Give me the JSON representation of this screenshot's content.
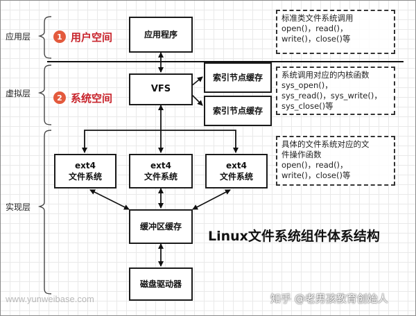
{
  "layers": {
    "app": "应用层",
    "virtual": "虚拟层",
    "impl": "实现层"
  },
  "spaces": [
    {
      "num": "1",
      "label": "用户空间"
    },
    {
      "num": "2",
      "label": "系统空间"
    }
  ],
  "boxes": {
    "app": "应用程序",
    "vfs": "VFS",
    "inode_cache_1": "索引节点缓存",
    "inode_cache_2": "索引节点缓存",
    "ext4": [
      {
        "line1": "ext4",
        "line2": "文件系统"
      },
      {
        "line1": "ext4",
        "line2": "文件系统"
      },
      {
        "line1": "ext4",
        "line2": "文件系统"
      }
    ],
    "buffer_cache": "缓冲区缓存",
    "disk_driver": "磁盘驱动器"
  },
  "notes": {
    "top": [
      "标准类文件系统调用",
      "open()，read()，",
      "write()，close()等"
    ],
    "middle": [
      "系统调用对应的内核函数",
      "sys_open()，",
      "sys_read()，sys_write()，",
      "sys_close()等"
    ],
    "bottom": [
      "具体的文件系统对应的文",
      "件操作函数",
      "open()，read()，",
      "write()，close()等"
    ]
  },
  "title": "Linux文件系统组件体系结构",
  "watermarks": {
    "left": "www.yunweibase.com",
    "right": "知乎 @老男孩教育创始人"
  },
  "colors": {
    "badge": "#e35a3d",
    "space_text": "#c8232b"
  }
}
